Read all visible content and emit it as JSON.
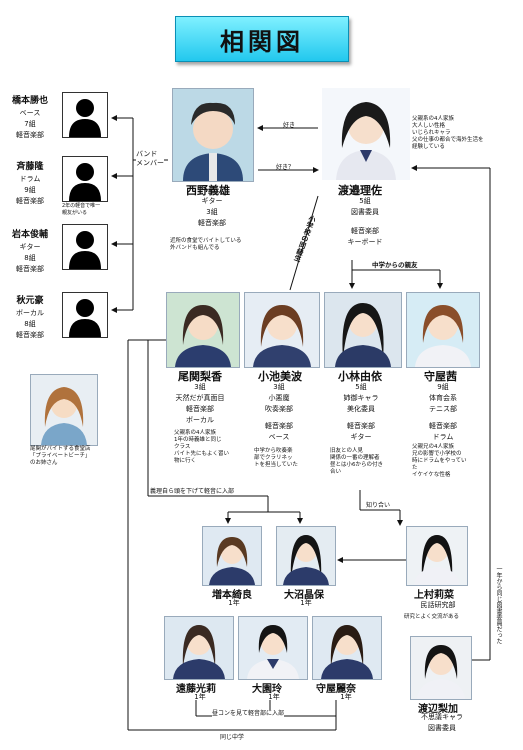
{
  "title": "相関図",
  "relations": {
    "band_members": "バンド\nメンバー",
    "suki": "好き",
    "suki_q": "好き？",
    "elementary": "小学校の同級生",
    "middle_friends": "中学からの親友",
    "own_will": "義理自ら頭を下げて軽音に入部",
    "acquaintance": "知り合い",
    "goukon": "昼コンを見て軽音部に入部",
    "same_middle": "同じ中学",
    "same_grade_sibling": "一年から同じ図書委員だった",
    "hs_friend_small": "2年の軽音で唯一\n親友がいる"
  },
  "left_members": [
    {
      "name": "橋本勝也",
      "part": "ベース",
      "class": "7組",
      "club": "軽音楽部"
    },
    {
      "name": "斉藤隆",
      "part": "ドラム",
      "class": "9組",
      "club": "軽音楽部"
    },
    {
      "name": "岩本俊輔",
      "part": "ギター",
      "class": "8組",
      "club": "軽音楽部"
    },
    {
      "name": "秋元豪",
      "part": "ボーカル",
      "class": "8組",
      "club": "軽音楽部"
    }
  ],
  "nishino": {
    "name": "西野義雄",
    "part": "ギター",
    "class": "3組",
    "club": "軽音楽部",
    "note": "近所の食堂でバイトしている\n外バンドも組んでる"
  },
  "watanabe": {
    "name": "渡邉理佐",
    "class": "5組",
    "role": "図書委員",
    "club": "軽音楽部",
    "part": "キーボード",
    "note": "父親系の4人家族\n大人しい性格\nいじられキャラ\n父の仕事の都合で海外生活を\n経験している"
  },
  "row2": [
    {
      "name": "尾関梨香",
      "class": "3組",
      "trait": "天然だが真面目",
      "club": "軽音楽部",
      "part": "ボーカル",
      "note": "父親系の4人家族\n1年の時義雄と同じ\nクラス\nバイト先にもよく習い\n物に行く"
    },
    {
      "name": "小池美波",
      "class": "3組",
      "trait": "小悪魔",
      "club": "吹奏楽部",
      "club2": "軽音楽部",
      "part": "ベース",
      "note": "中学から吹奏楽\n部でクラリネッ\nトを担当していた"
    },
    {
      "name": "小林由依",
      "class": "5組",
      "trait": "姉御キャラ",
      "role": "美化委員",
      "club": "軽音楽部",
      "part": "ギター",
      "note": "旧友との人見\n関係の一番の理解者\n昼とは小6からの付き\n合い"
    },
    {
      "name": "守屋茜",
      "class": "9組",
      "role": "体育会系",
      "club": "テニス部",
      "club2": "軽音楽部",
      "part": "ドラム",
      "note": "父親兄の4人家族\n兄の影響で小学校の\n時にドラムをやってい\nた\nイケイケな性格"
    }
  ],
  "extra": {
    "caption": "尾関がバイトする食堂店\n「プライベートビーチ」\nのお姉さん"
  },
  "kamimura": {
    "name": "上村莉菜",
    "role": "民話研究部",
    "note": "研究とよく交流がある"
  },
  "row3": [
    {
      "name": "増本綺良",
      "grade": "1年"
    },
    {
      "name": "大沼晶保",
      "grade": "1年"
    }
  ],
  "row4": [
    {
      "name": "遠藤光莉",
      "grade": "1年"
    },
    {
      "name": "大園玲",
      "grade": "1年"
    },
    {
      "name": "守屋麗奈",
      "grade": "1年"
    }
  ],
  "watanabe_rika": {
    "name": "渡辺梨加",
    "trait": "不思議キャラ",
    "role": "図書委員"
  }
}
